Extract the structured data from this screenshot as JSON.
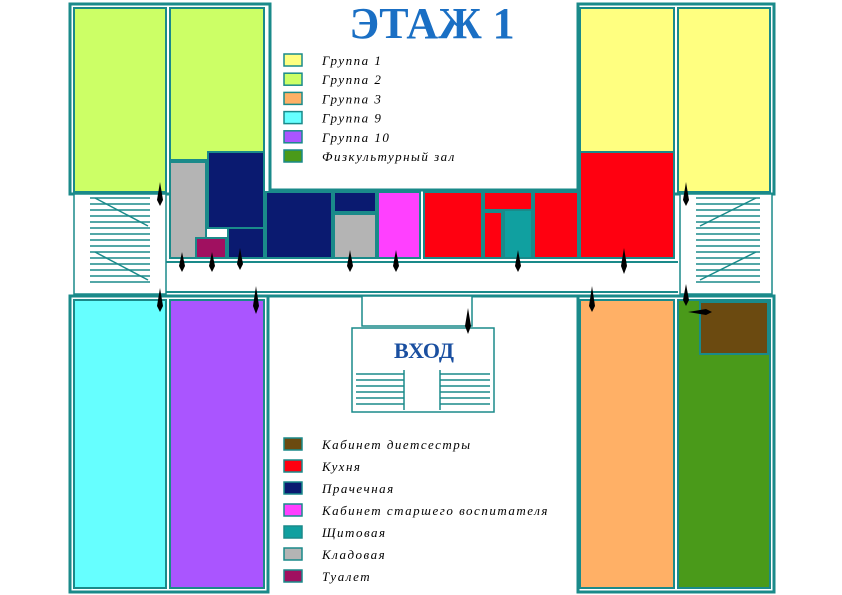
{
  "title": "ЭТАЖ 1",
  "entrance_label": "ВХОД",
  "colors": {
    "wall": "#1a8a8a",
    "group1": "#ffff80",
    "group2": "#ccff66",
    "group3": "#ffb066",
    "group9": "#66ffff",
    "group10": "#aa55ff",
    "gym": "#4a9a1a",
    "nurse": "#6b4a10",
    "kitchen": "#ff0010",
    "laundry": "#0a1a70",
    "senior_teacher": "#ff40ff",
    "switchboard": "#10a0a0",
    "storage": "#b4b4b4",
    "toilet": "#a01060"
  },
  "legend_top": [
    {
      "label": "Группа 1",
      "color": "#ffff80"
    },
    {
      "label": "Группа 2",
      "color": "#ccff66"
    },
    {
      "label": "Группа 3",
      "color": "#ffb066"
    },
    {
      "label": "Группа 9",
      "color": "#66ffff"
    },
    {
      "label": "Группа 10",
      "color": "#aa55ff"
    },
    {
      "label": "Физкультурный зал",
      "color": "#4a9a1a"
    }
  ],
  "legend_bottom": [
    {
      "label": "Кабинет диетсестры",
      "color": "#6b4a10"
    },
    {
      "label": "Кухня",
      "color": "#ff0010"
    },
    {
      "label": "Прачечная",
      "color": "#0a1a70"
    },
    {
      "label": "Кабинет старшего воспитателя",
      "color": "#ff40ff"
    },
    {
      "label": "Щитовая",
      "color": "#10a0a0"
    },
    {
      "label": "Кладовая",
      "color": "#b4b4b4"
    },
    {
      "label": "Туалет",
      "color": "#a01060"
    }
  ]
}
